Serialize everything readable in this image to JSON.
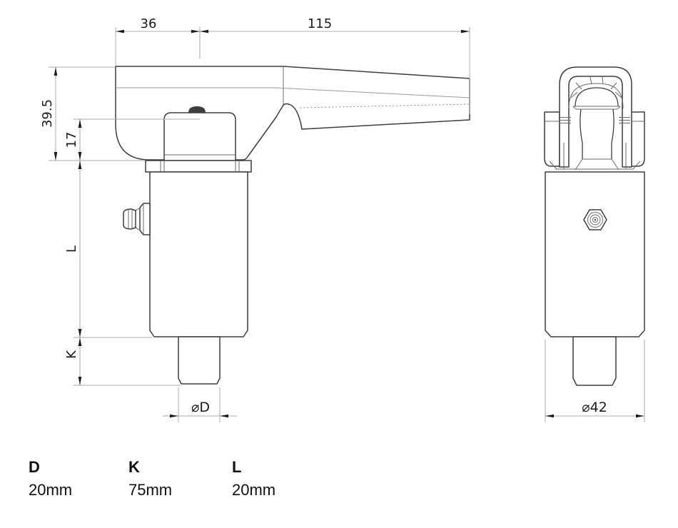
{
  "dimensions": {
    "width_hub": "36",
    "width_handle": "115",
    "height_overall": "39.5",
    "height_hub_offset": "17",
    "length_body": "L",
    "length_stud": "K",
    "diameter_stud": "⌀D",
    "diameter_body": "⌀42"
  },
  "spec_table": {
    "columns": [
      {
        "key": "D",
        "value": "20mm"
      },
      {
        "key": "K",
        "value": "75mm"
      },
      {
        "key": "L",
        "value": "20mm"
      }
    ]
  },
  "colors": {
    "outline": "#3d3d3d",
    "thin_line": "#9a9a9a",
    "dimension_line": "#a9a9a9",
    "dimension_text": "#1b1b1b",
    "background": "#ffffff"
  }
}
